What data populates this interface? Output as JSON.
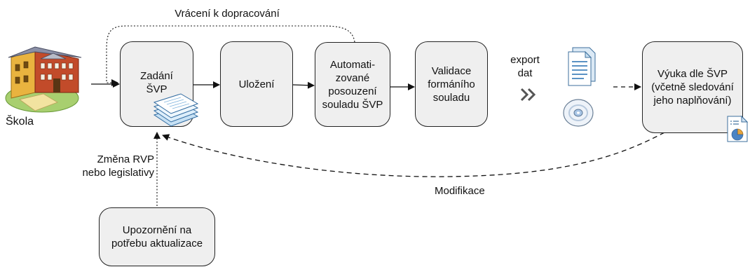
{
  "labels": {
    "skola": "Škola",
    "return_loop": "Vrácení k dopracování",
    "change_rvp_1": "Změna RVP",
    "change_rvp_2": "nebo legislativy",
    "modifikace": "Modifikace",
    "export_1": "export",
    "export_2": "dat"
  },
  "boxes": {
    "zadani_1": "Zadání",
    "zadani_2": "ŠVP",
    "ulozeni": "Uložení",
    "auto_1": "Automati-",
    "auto_2": "zované",
    "auto_3": "posouzení",
    "auto_4": "souladu ŠVP",
    "valid_1": "Validace",
    "valid_2": "formáního",
    "valid_3": "souladu",
    "vyuka_1": "Výuka dle ŠVP",
    "vyuka_2": "(včetně sledování",
    "vyuka_3": "jeho naplňování)",
    "upoz_1": "Upozornění na",
    "upoz_2": "potřebu aktualizace"
  },
  "icons": {
    "school": "school-building-icon",
    "documents": "document-stack-icon",
    "files": "files-icon",
    "disc": "cd-disc-icon",
    "chevrons": "double-chevron-right-icon",
    "report": "report-chart-icon"
  },
  "colors": {
    "box_fill": "#efefef",
    "stroke": "#222222",
    "doc_blue": "#7fb3dd"
  }
}
